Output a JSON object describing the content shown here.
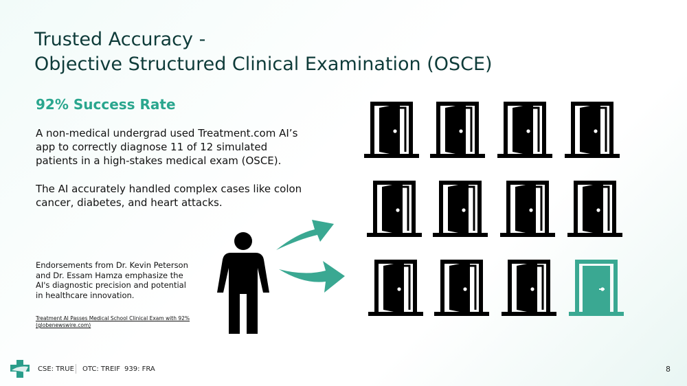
{
  "slide": {
    "title_line1": "Trusted Accuracy -",
    "title_line2": "Objective Structured Clinical Examination (OSCE)",
    "subhead": "92% Success Rate",
    "paragraph1": "A non-medical undergrad used Treatment.com AI’s app to correctly diagnose 11 of 12 simulated patients in a high-stakes medical exam (OSCE).",
    "paragraph2": "The AI accurately handled complex cases like colon cancer, diabetes, and heart attacks.",
    "endorsement": "Endorsements from Dr. Kevin Peterson and Dr. Essam Hamza emphasize the AI's diagnostic precision and potential in healthcare innovation.",
    "source_link": "Treatment AI Passes Medical School Clinical Exam with 92% (globenewswire.com)"
  },
  "graphic": {
    "door_count": 12,
    "highlighted_door_index": 11,
    "door_color": "#000000",
    "highlight_color": "#3aa892",
    "arrow_color": "#3aa892"
  },
  "footer": {
    "ticker_cse": "CSE: TRUE",
    "ticker_otc": "OTC: TREIF",
    "ticker_939": "939: FRA",
    "page_number": "8",
    "logo_color": "#2a9d8a"
  }
}
